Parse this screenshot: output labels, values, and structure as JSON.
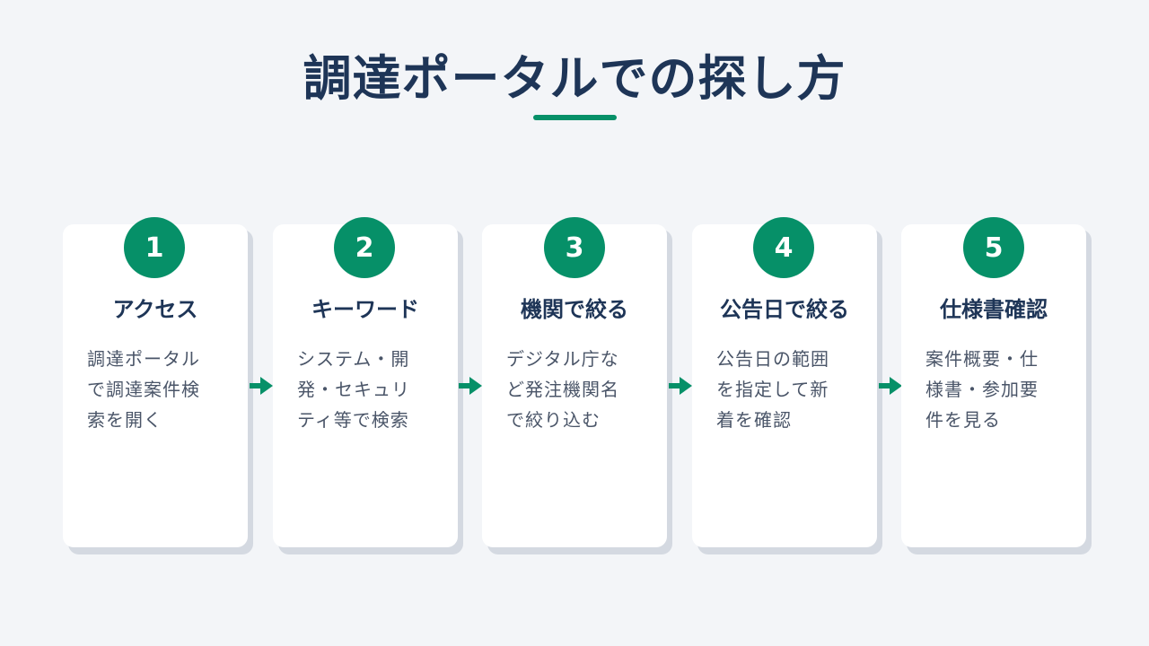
{
  "title": "調達ポータルでの探し方",
  "colors": {
    "accent": "#069068",
    "heading": "#1e3557",
    "text": "#4a5568",
    "background": "#f3f5f8",
    "card": "#ffffff"
  },
  "steps": [
    {
      "number": "1",
      "heading": "アクセス",
      "description": "調達ポータル\nで調達案件検\n索を開く"
    },
    {
      "number": "2",
      "heading": "キーワード",
      "description": "システム・開\n発・セキュリ\nティ等で検索"
    },
    {
      "number": "3",
      "heading": "機関で絞る",
      "description": "デジタル庁な\nど発注機関名\nで絞り込む"
    },
    {
      "number": "4",
      "heading": "公告日で絞る",
      "description": "公告日の範囲\nを指定して新\n着を確認"
    },
    {
      "number": "5",
      "heading": "仕様書確認",
      "description": "案件概要・仕\n様書・参加要\n件を見る"
    }
  ],
  "arrow_icon": "arrow-right-icon"
}
